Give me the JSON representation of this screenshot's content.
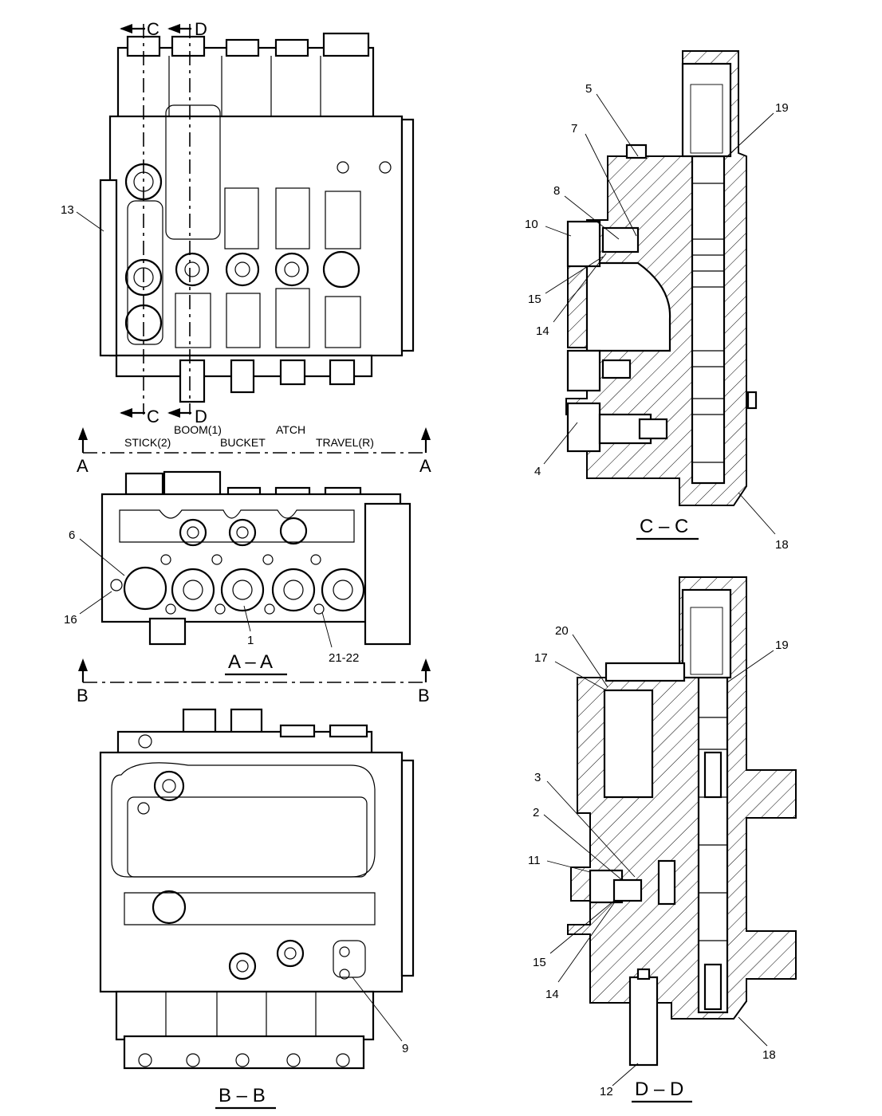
{
  "views": {
    "top": {
      "cut_labels": [
        "C",
        "D"
      ]
    },
    "a_a": {
      "caption": "A – A",
      "section_letter": "A",
      "slot_labels": [
        "BOOM(1)",
        "ATCH",
        "STICK(2)",
        "BUCKET",
        "TRAVEL(R)"
      ]
    },
    "b_b": {
      "caption": "B – B",
      "section_letter": "B"
    },
    "c_c": {
      "caption": "C – C"
    },
    "d_d": {
      "caption": "D – D"
    }
  },
  "callouts": {
    "c_c": [
      "5",
      "19",
      "7",
      "8",
      "10",
      "15",
      "14",
      "4",
      "18"
    ],
    "top": [
      "13"
    ],
    "a_a": [
      "6",
      "16",
      "1",
      "21-22"
    ],
    "b_b": [
      "9"
    ],
    "d_d": [
      "20",
      "17",
      "19",
      "3",
      "2",
      "11",
      "15",
      "14",
      "18",
      "12"
    ]
  }
}
